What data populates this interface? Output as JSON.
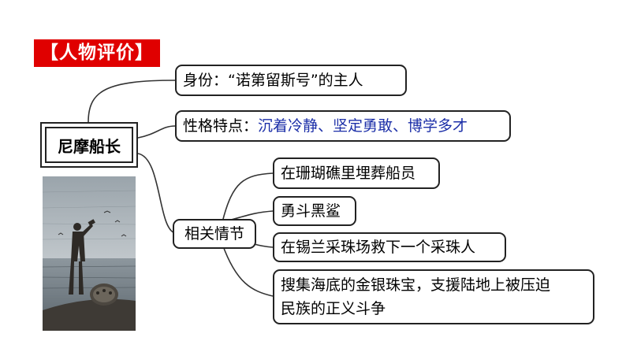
{
  "title": "【人物评价】",
  "root": "尼摩船长",
  "identity": "身份：“诺第留斯号”的主人",
  "traits": {
    "label": "性格特点：",
    "value": "沉着冷静、坚定勇敢、博学多才"
  },
  "plot_label": "相关情节",
  "plots": [
    "在珊瑚礁里埋葬船员",
    "勇斗黑鲨",
    "在锡兰采珠场救下一个采珠人"
  ],
  "plot_last": {
    "line1": "搜集海底的金银珠宝，支援陆地上被压迫",
    "line2": "民族的正义斗争"
  },
  "colors": {
    "title_bg": "#e00000",
    "trait_value": "#1c2fa8"
  }
}
